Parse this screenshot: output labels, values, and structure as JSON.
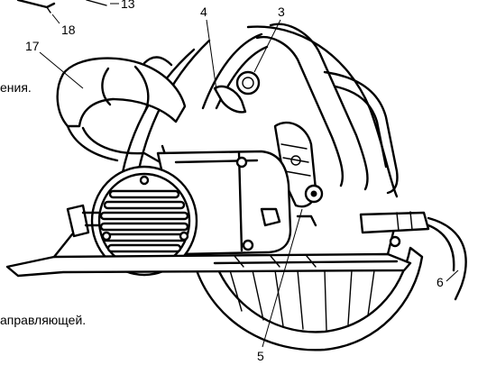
{
  "texts": {
    "left_text": "ения.",
    "bottom_text": "аправляющей."
  },
  "callouts": [
    "13",
    "18",
    "4",
    "3",
    "17",
    "6",
    "5"
  ]
}
